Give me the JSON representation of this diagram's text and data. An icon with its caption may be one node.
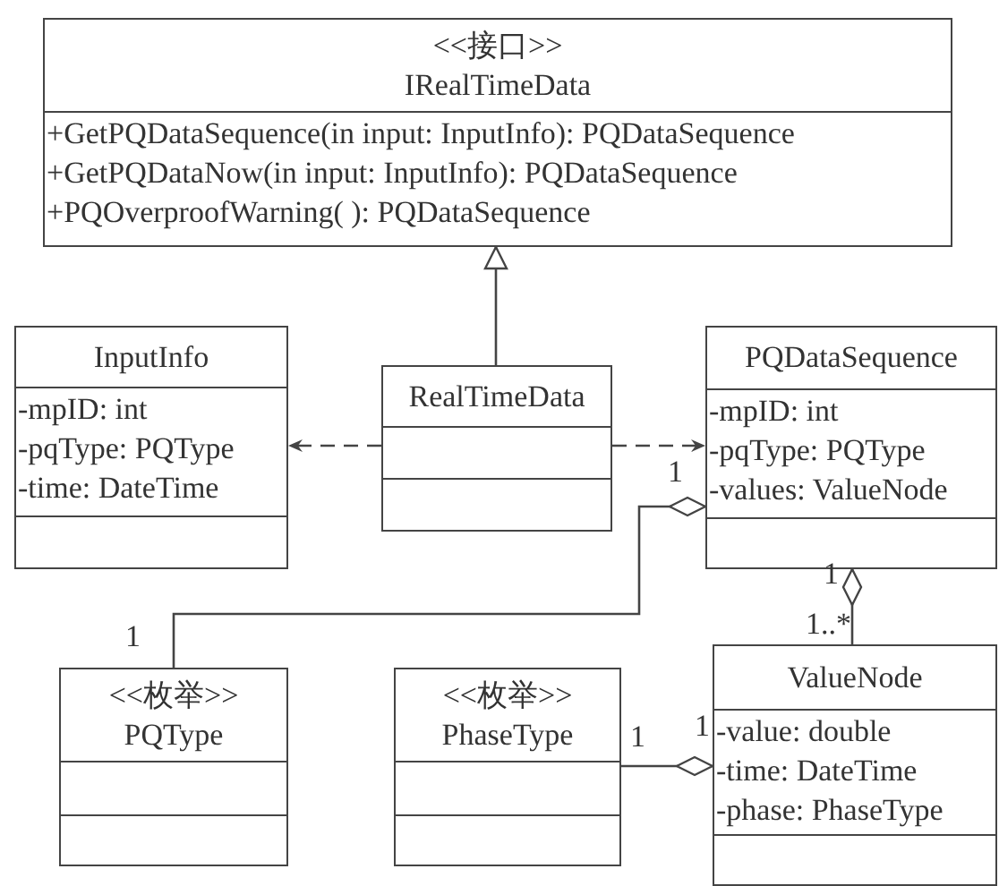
{
  "diagram": {
    "nodes": [
      {
        "text": [
          "<<接口>>",
          "IRealTimeData",
          "+GetPQDataSequence(in input: InputInfo): PQDataSequence",
          "+GetPQDataNow(in input: InputInfo): PQDataSequence",
          "+PQOverproofWarning( ): PQDataSequence"
        ]
      },
      {
        "text": [
          "InputInfo",
          "-mpID: int",
          "-pqType: PQType",
          "-time: DateTime"
        ]
      },
      {
        "text": [
          "RealTimeData"
        ]
      },
      {
        "text": [
          "PQDataSequence",
          "-mpID: int",
          "-pqType: PQType",
          "-values: ValueNode"
        ]
      },
      {
        "text": [
          "<<枚举>>",
          "PQType"
        ]
      },
      {
        "text": [
          "<<枚举>>",
          "PhaseType"
        ]
      },
      {
        "text": [
          "ValueNode",
          "-value: double",
          "-time: DateTime",
          "-phase: PhaseType"
        ]
      }
    ],
    "edges": [
      {
        "from": 2,
        "to": 0,
        "arrow": "to"
      },
      {
        "from": 2,
        "to": 1,
        "arrow": "to",
        "style": "dashed"
      },
      {
        "from": 2,
        "to": 3,
        "arrow": "to",
        "style": "dashed"
      },
      {
        "from": 4,
        "to": 3,
        "arrow": "other"
      },
      {
        "from": 6,
        "to": 3,
        "arrow": "other"
      },
      {
        "from": 5,
        "to": 6,
        "arrow": "other"
      }
    ],
    "labels": [
      "1",
      "1",
      "1..*",
      "1",
      "1",
      "1"
    ]
  }
}
